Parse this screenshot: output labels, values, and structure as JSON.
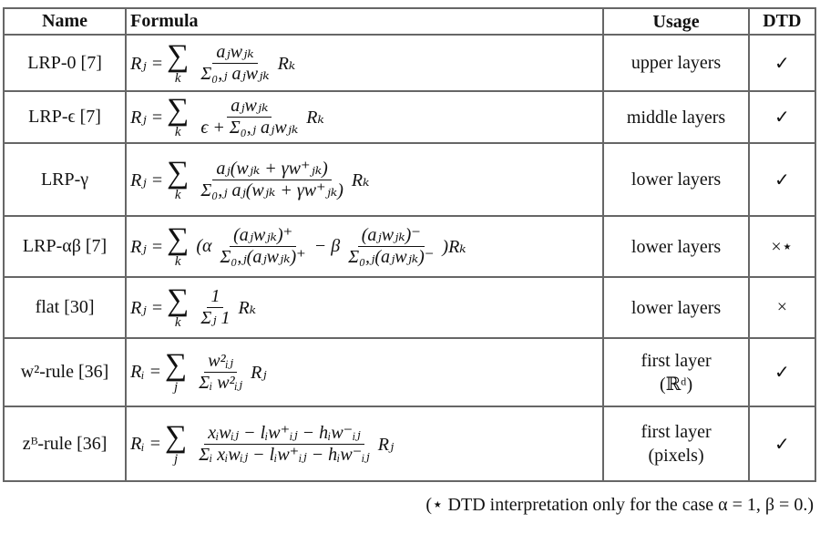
{
  "headers": {
    "name": "Name",
    "formula": "Formula",
    "usage": "Usage",
    "dtd": "DTD"
  },
  "rows": [
    {
      "name": "LRP-0 [7]",
      "lhs": "Rⱼ =",
      "idx": "k",
      "parts": [
        {
          "num": "aⱼwⱼₖ",
          "den": "Σ₀,ⱼ aⱼwⱼₖ"
        },
        {
          "t": "Rₖ"
        }
      ],
      "usage": [
        "upper layers"
      ],
      "dtd": "✓"
    },
    {
      "name": "LRP-ϵ [7]",
      "lhs": "Rⱼ =",
      "idx": "k",
      "parts": [
        {
          "num": "aⱼwⱼₖ",
          "den": "ϵ + Σ₀,ⱼ aⱼwⱼₖ"
        },
        {
          "t": "Rₖ"
        }
      ],
      "usage": [
        "middle layers"
      ],
      "dtd": "✓"
    },
    {
      "name": "LRP-γ",
      "lhs": "Rⱼ =",
      "idx": "k",
      "parts": [
        {
          "num": "aⱼ(wⱼₖ + γw⁺ⱼₖ)",
          "den": "Σ₀,ⱼ aⱼ(wⱼₖ + γw⁺ⱼₖ)"
        },
        {
          "t": "Rₖ"
        }
      ],
      "usage": [
        "lower layers"
      ],
      "dtd": "✓"
    },
    {
      "name": "LRP-αβ [7]",
      "lhs": "Rⱼ =",
      "idx": "k",
      "parts": [
        {
          "t": "(α"
        },
        {
          "num": "(aⱼwⱼₖ)⁺",
          "den": "Σ₀,ⱼ(aⱼwⱼₖ)⁺"
        },
        {
          "t": "− β"
        },
        {
          "num": "(aⱼwⱼₖ)⁻",
          "den": "Σ₀,ⱼ(aⱼwⱼₖ)⁻"
        },
        {
          "t": ")Rₖ"
        }
      ],
      "usage": [
        "lower layers"
      ],
      "dtd": "×⋆"
    },
    {
      "name": "flat [30]",
      "lhs": "Rⱼ =",
      "idx": "k",
      "parts": [
        {
          "num": "1",
          "den": "Σⱼ 1"
        },
        {
          "t": "Rₖ"
        }
      ],
      "usage": [
        "lower layers"
      ],
      "dtd": "×"
    },
    {
      "name": "w²-rule [36]",
      "lhs": "Rᵢ =",
      "idx": "j",
      "parts": [
        {
          "num": "w²ᵢⱼ",
          "den": "Σᵢ w²ᵢⱼ"
        },
        {
          "t": "Rⱼ"
        }
      ],
      "usage": [
        "first layer",
        "(ℝᵈ)"
      ],
      "dtd": "✓"
    },
    {
      "name": "zᴮ-rule [36]",
      "lhs": "Rᵢ =",
      "idx": "j",
      "parts": [
        {
          "num": "xᵢwᵢⱼ − lᵢw⁺ᵢⱼ − hᵢw⁻ᵢⱼ",
          "den": "Σᵢ xᵢwᵢⱼ − lᵢw⁺ᵢⱼ − hᵢw⁻ᵢⱼ"
        },
        {
          "t": "Rⱼ"
        }
      ],
      "usage": [
        "first layer",
        "(pixels)"
      ],
      "dtd": "✓"
    }
  ],
  "footnote": "(⋆ DTD interpretation only for the case α = 1, β = 0.)"
}
